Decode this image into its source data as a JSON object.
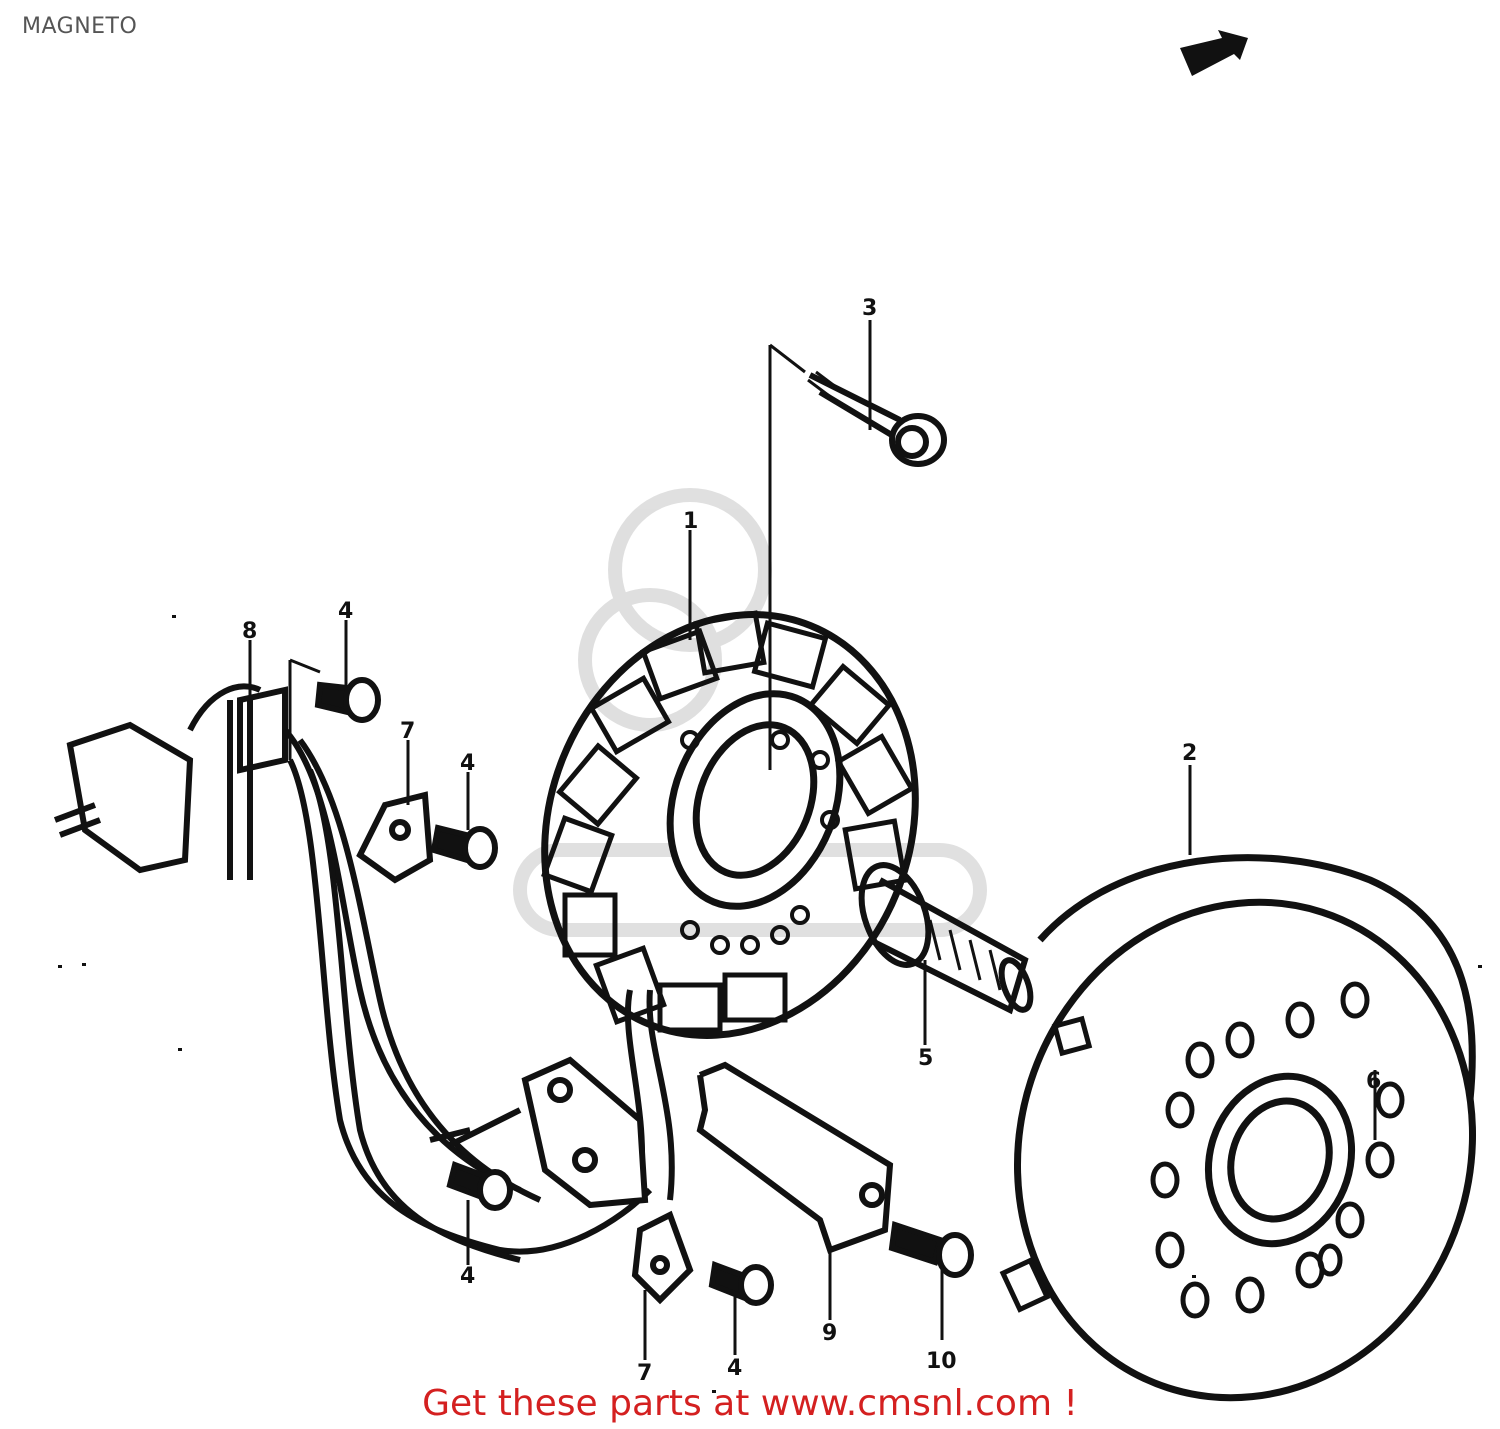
{
  "header": {
    "title": "MAGNETO"
  },
  "callouts": [
    {
      "id": "1",
      "label": "1"
    },
    {
      "id": "2",
      "label": "2"
    },
    {
      "id": "3",
      "label": "3"
    },
    {
      "id": "4a",
      "label": "4"
    },
    {
      "id": "4b",
      "label": "4"
    },
    {
      "id": "4c",
      "label": "4"
    },
    {
      "id": "4d",
      "label": "4"
    },
    {
      "id": "5",
      "label": "5"
    },
    {
      "id": "6",
      "label": "6"
    },
    {
      "id": "7a",
      "label": "7"
    },
    {
      "id": "7b",
      "label": "7"
    },
    {
      "id": "8",
      "label": "8"
    },
    {
      "id": "9",
      "label": "9"
    },
    {
      "id": "10",
      "label": "10"
    }
  ],
  "footer": {
    "text": "Get these parts at www.cmsnl.com !",
    "color": "#d42020"
  },
  "icons": {
    "direction_arrow": "arrow-icon"
  }
}
